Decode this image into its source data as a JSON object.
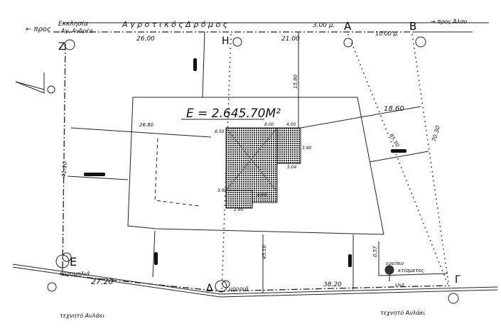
{
  "plan": {
    "area_label": "Ε = 2.645.70Μ²",
    "road": {
      "toward_left": "← προς",
      "church": "Εκκλησία",
      "church_name": "Αγ. Ανδρέα",
      "name": "Α γ ρ ο τ ι κ ό ς   Δ ρ ό μ ο ς",
      "width": "3.00 μ.",
      "toward_right": "→ προς Άλσο"
    },
    "points": {
      "Z": "Ζ",
      "H": "Η",
      "A": "Α",
      "B": "Β",
      "G": "Γ",
      "D": "Δ",
      "E": "Ε"
    },
    "dimensions": {
      "top_1": "26.00",
      "top_2": "21.00",
      "top_3": "10.00 μ.",
      "left": "41.10",
      "right": "70.30",
      "inner_right": "18.60",
      "inner_diag": "85.50",
      "inner_top": "15.80",
      "inner_left": "26.80",
      "bottom_1": "27.20",
      "bottom_2": "38.20",
      "bottom_vert": "45.10",
      "ruin_dim": "0.57"
    },
    "house_dims": [
      "8.00",
      "4.00",
      "8.50",
      "3.60",
      "5.04",
      "8.90",
      "3.90",
      "2.90"
    ],
    "features": {
      "tree_e": "κορομηλιά",
      "tree_d": "μουριά",
      "channel_left": "τεχνητό Αυλάκι",
      "channel_right": "τεχνητό Αυλάκι",
      "ruin": "ερείπιο",
      "ruin2": "κτίσματος",
      "olive": "ελιά"
    }
  }
}
